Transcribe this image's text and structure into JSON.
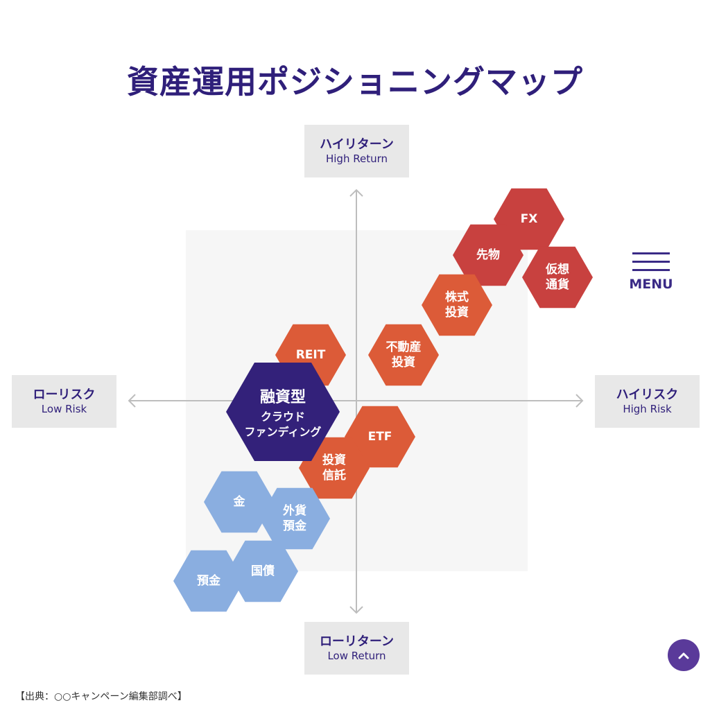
{
  "title": "資産運用ポジショニングマップ",
  "axes": {
    "high_return": {
      "jp": "ハイリターン",
      "en": "High Return"
    },
    "low_return": {
      "jp": "ローリターン",
      "en": "Low Return"
    },
    "low_risk": {
      "jp": "ローリスク",
      "en": "Low Risk"
    },
    "high_risk": {
      "jp": "ハイリスク",
      "en": "High Risk"
    }
  },
  "colors": {
    "red": "#c8413f",
    "orange": "#dc5b38",
    "blue": "#8aaee0",
    "purple": "#33217a",
    "highlight_text": "#f2d36b",
    "axis_box": "#e8e8e8",
    "title": "#2f1f7a"
  },
  "hexes": {
    "fx": {
      "lines": [
        "FX"
      ],
      "color": "red"
    },
    "futures": {
      "lines": [
        "先物"
      ],
      "color": "red"
    },
    "crypto": {
      "lines": [
        "仮想",
        "通貨"
      ],
      "color": "red"
    },
    "stocks": {
      "lines": [
        "株式",
        "投資"
      ],
      "color": "orange"
    },
    "real_estate": {
      "lines": [
        "不動産",
        "投資"
      ],
      "color": "orange"
    },
    "reit": {
      "lines": [
        "REIT"
      ],
      "color": "orange"
    },
    "etf": {
      "lines": [
        "ETF"
      ],
      "color": "orange"
    },
    "trust": {
      "lines": [
        "投資",
        "信託"
      ],
      "color": "orange"
    },
    "crowdfunding": {
      "lines": [
        "融資型",
        "クラウド",
        "ファンディング"
      ],
      "color": "purple"
    },
    "gold": {
      "lines": [
        "金"
      ],
      "color": "blue"
    },
    "fx_deposit": {
      "lines": [
        "外貨",
        "預金"
      ],
      "color": "blue"
    },
    "gov_bond": {
      "lines": [
        "国債"
      ],
      "color": "blue"
    },
    "deposit": {
      "lines": [
        "預金"
      ],
      "color": "blue"
    }
  },
  "menu": {
    "label": "MENU"
  },
  "source": "【出典：○○キャンペーン編集部調べ】"
}
